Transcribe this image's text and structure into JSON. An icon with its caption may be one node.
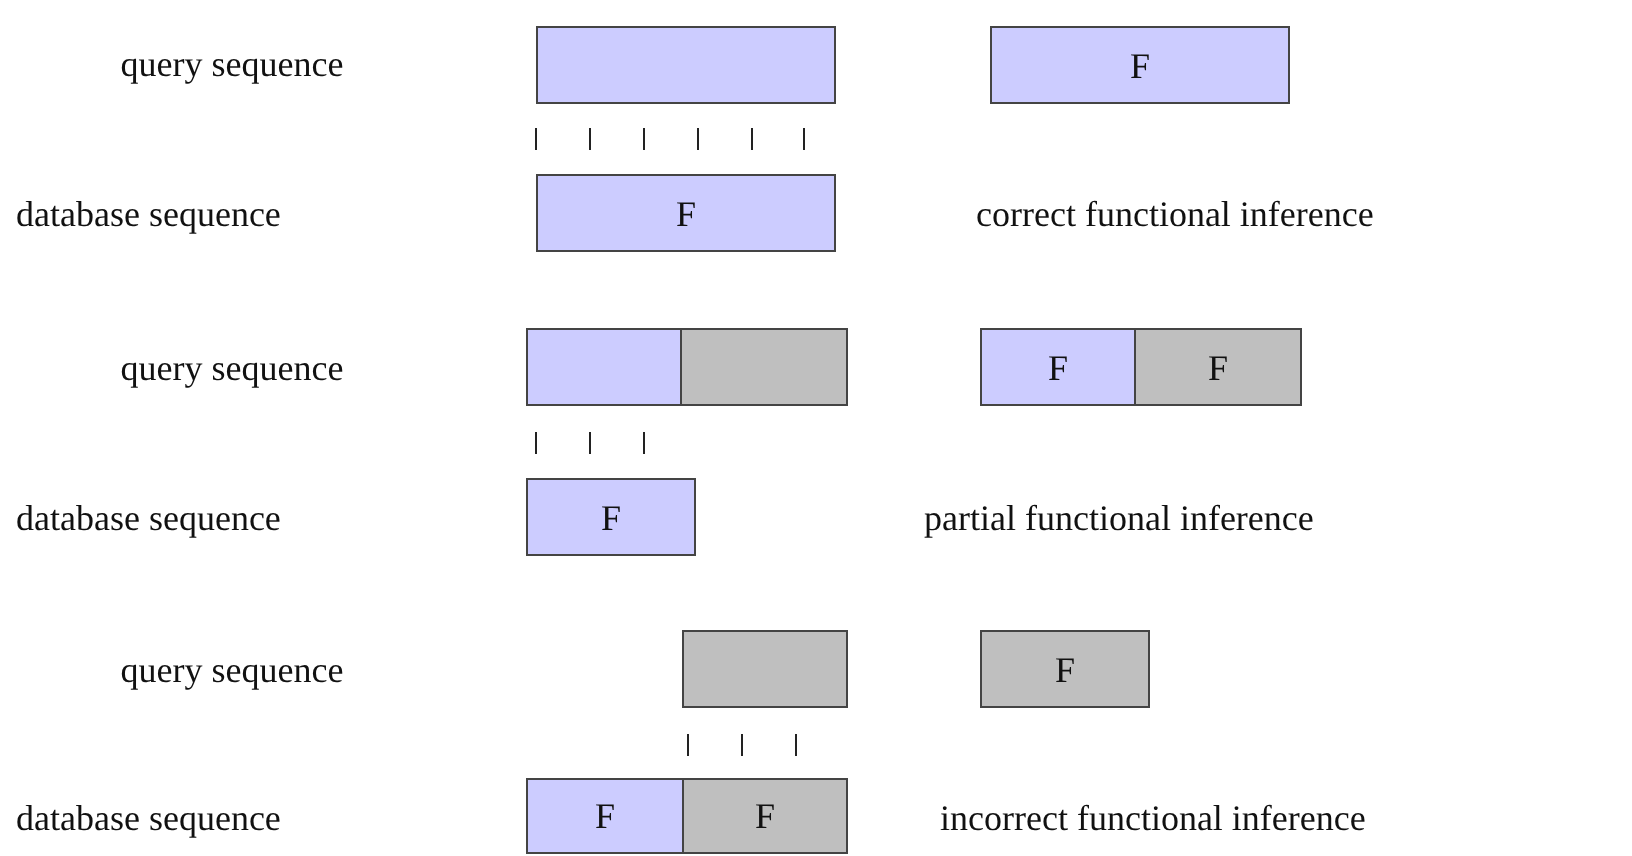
{
  "diagram": {
    "nodes": [
      {
        "text": [],
        "shape": "box"
      },
      {
        "text": [
          "F"
        ]
      },
      {
        "text": [
          "F"
        ]
      },
      {
        "text": [],
        "shape": "box"
      },
      {
        "text": [],
        "shape": "box"
      },
      {
        "text": [
          "F"
        ]
      },
      {
        "text": [
          "F"
        ]
      },
      {
        "text": [
          "F"
        ]
      },
      {
        "text": [],
        "shape": "box"
      },
      {
        "text": [
          "F"
        ]
      },
      {
        "text": [
          "F"
        ]
      },
      {
        "text": [
          "F"
        ]
      }
    ],
    "labels": [
      "query sequence",
      "database sequence",
      "correct functional inference",
      "query sequence",
      "database sequence",
      "partial functional inference",
      "query sequence",
      "database sequence",
      "incorrect functional inference"
    ]
  }
}
